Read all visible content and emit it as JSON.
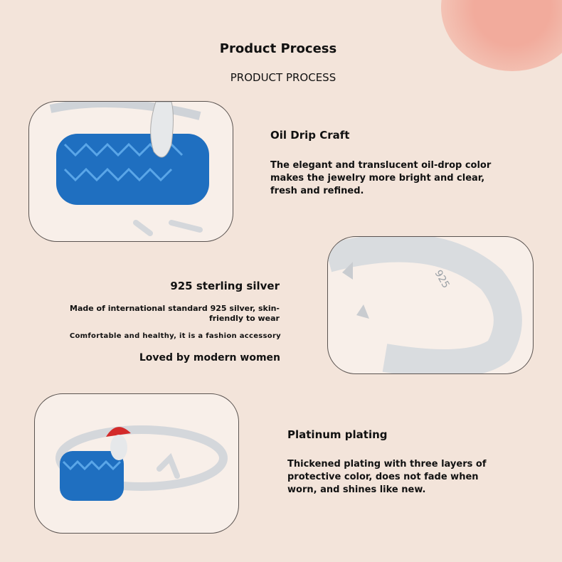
{
  "header": {
    "title": "Product Process",
    "subtitle": "PRODUCT PROCESS"
  },
  "sections": [
    {
      "title": "Oil Drip Craft",
      "lines": [
        "The elegant and translucent oil-drop color makes the jewelry more bright and clear, fresh and refined."
      ]
    },
    {
      "title": "925 sterling silver",
      "lines": [
        "Made of international standard 925 silver, skin-friendly to wear",
        "Comfortable and healthy, it is a fashion accessory",
        "Loved by modern women"
      ]
    },
    {
      "title": "Platinum plating",
      "lines": [
        "Thickened plating with three layers of protective color, does not fade when worn, and shines like new."
      ]
    }
  ],
  "colors": {
    "background": "#f3e4da",
    "accent_blob": "#f2ab9c",
    "enamel_blue": "#1f6fc0"
  }
}
